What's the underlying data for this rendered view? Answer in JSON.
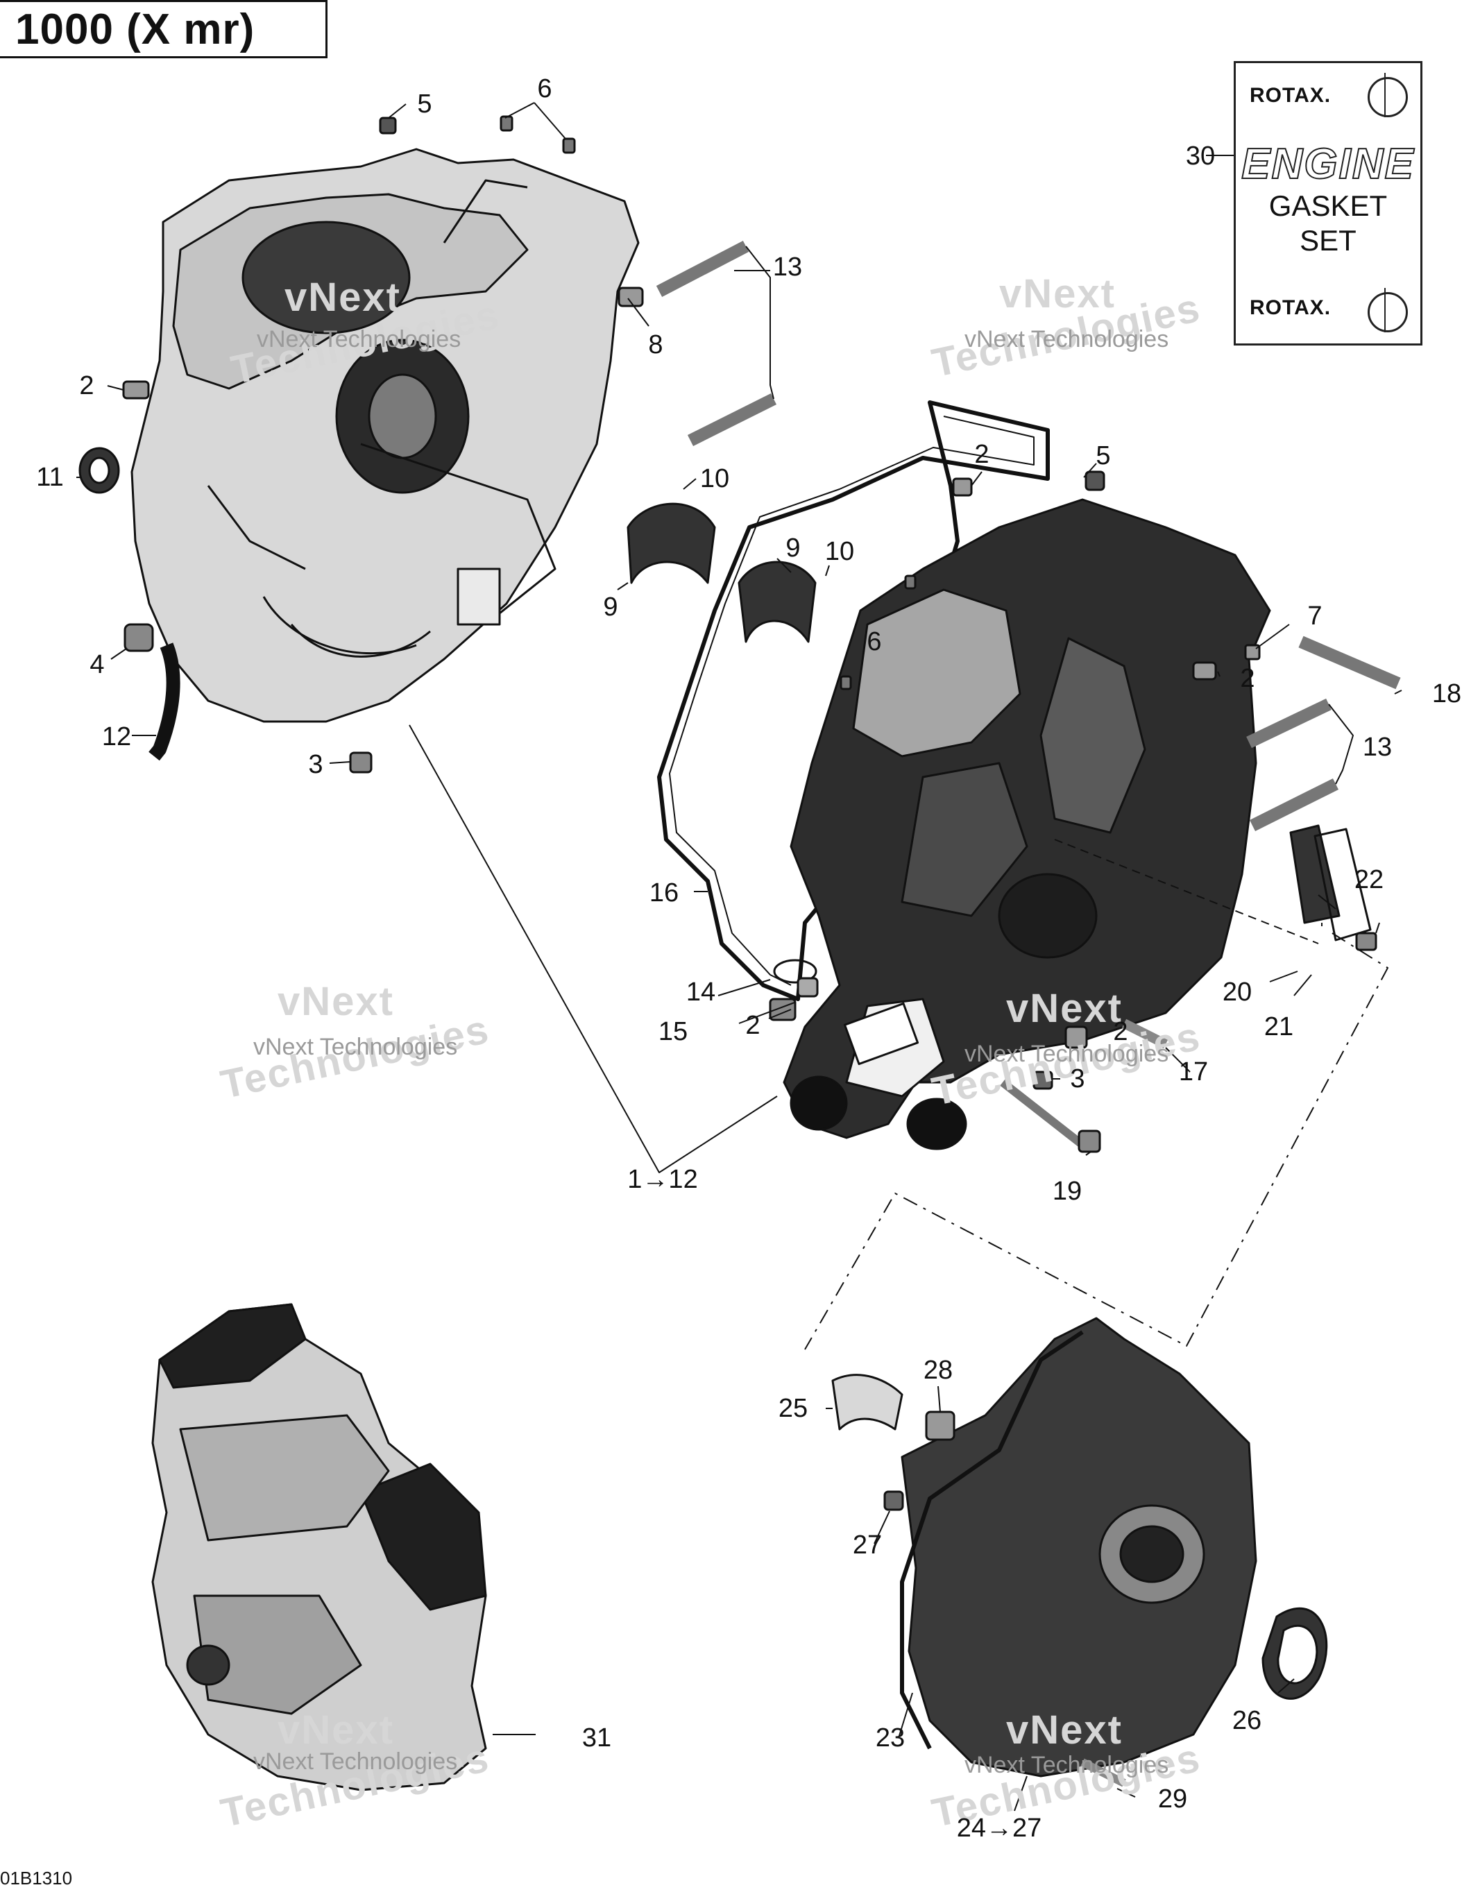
{
  "title": "1000 (X mr)",
  "footer_code": "01B1310",
  "gasket_kit": {
    "brand_top": "ROTAX.",
    "word_engine": "ENGINE",
    "word_gasket": "GASKET",
    "word_set": "SET",
    "brand_bottom": "ROTAX."
  },
  "watermark": {
    "line1": "vNext",
    "line2": "Technologies",
    "small": "vNext Technologies"
  },
  "callouts": [
    "1→12",
    "2",
    "3",
    "4",
    "5",
    "6",
    "7",
    "8",
    "9",
    "10",
    "11",
    "12",
    "13",
    "14",
    "15",
    "16",
    "17",
    "18",
    "19",
    "20",
    "21",
    "22",
    "23",
    "24→27",
    "25",
    "26",
    "27",
    "28",
    "29",
    "30",
    "31"
  ],
  "labels": {
    "l5a": "5",
    "l6a": "6",
    "l13a": "13",
    "l8": "8",
    "l2a": "2",
    "l11": "11",
    "l10a": "10",
    "l9a": "9",
    "l9b": "9",
    "l10b": "10",
    "l4": "4",
    "l12": "12",
    "l3a": "3",
    "l2b": "2",
    "l5b": "5",
    "l6b": "6",
    "l7": "7",
    "l2c": "2",
    "l18": "18",
    "l13b": "13",
    "l22": "22",
    "l16": "16",
    "l14": "14",
    "l15": "15",
    "l2d": "2",
    "l2e": "2",
    "l17": "17",
    "l20": "20",
    "l21": "21",
    "l3b": "3",
    "l19": "19",
    "l1to12": "1→12",
    "l28": "28",
    "l25": "25",
    "l27": "27",
    "l26": "26",
    "l23": "23",
    "l29": "29",
    "l24to27": "24→27",
    "l30": "30",
    "l31": "31"
  }
}
